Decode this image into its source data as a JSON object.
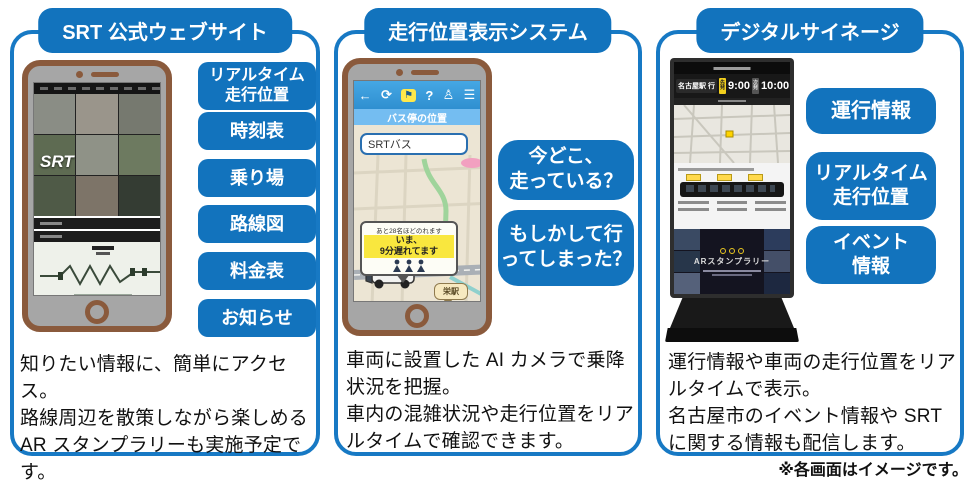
{
  "footer": {
    "note": "※各画面はイメージです。"
  },
  "panels": [
    {
      "title": "SRT 公式ウェブサイト",
      "phone_logo": "SRT",
      "labels": [
        "リアルタイム\n走行位置",
        "時刻表",
        "乗り場",
        "路線図",
        "料金表",
        "お知らせ"
      ],
      "description": "知りたい情報に、簡単にアクセス。\n路線周辺を散策しながら楽しめる\nAR スタンプラリーも実施予定です。"
    },
    {
      "title": "走行位置表示システム",
      "app": {
        "icons": [
          "back-icon",
          "refresh-icon",
          "bus-stop-icon",
          "help-icon",
          "user-icon",
          "menu-icon"
        ],
        "header_title": "バス停の位置",
        "search_value": "SRTバス",
        "callout_line1": "あと28名ほどのれます",
        "callout_delay": "いま、\n9分遅れてます",
        "station_bubble": "栄駅"
      },
      "bubbles": [
        "今どこ、\n走っている？",
        "もしかして行\nってしまった？"
      ],
      "description": "車両に設置した AI カメラで乗降状況を把握。\n車内の混雑状況や走行位置をリアルタイムで確認できます。"
    },
    {
      "title": "デジタルサイネージ",
      "signage": {
        "destination": "名古屋駅 行",
        "first_label": "先発",
        "first_time": "9:00",
        "next_label": "次発",
        "next_time": "10:00",
        "event_title": "ARスタンプラリー"
      },
      "labels": [
        "運行情報",
        "リアルタイム\n走行位置",
        "イベント\n情報"
      ],
      "description": "運行情報や車両の走行位置をリアルタイムで表示。\n名古屋市のイベント情報や SRT に関する情報も配信します。"
    }
  ]
}
